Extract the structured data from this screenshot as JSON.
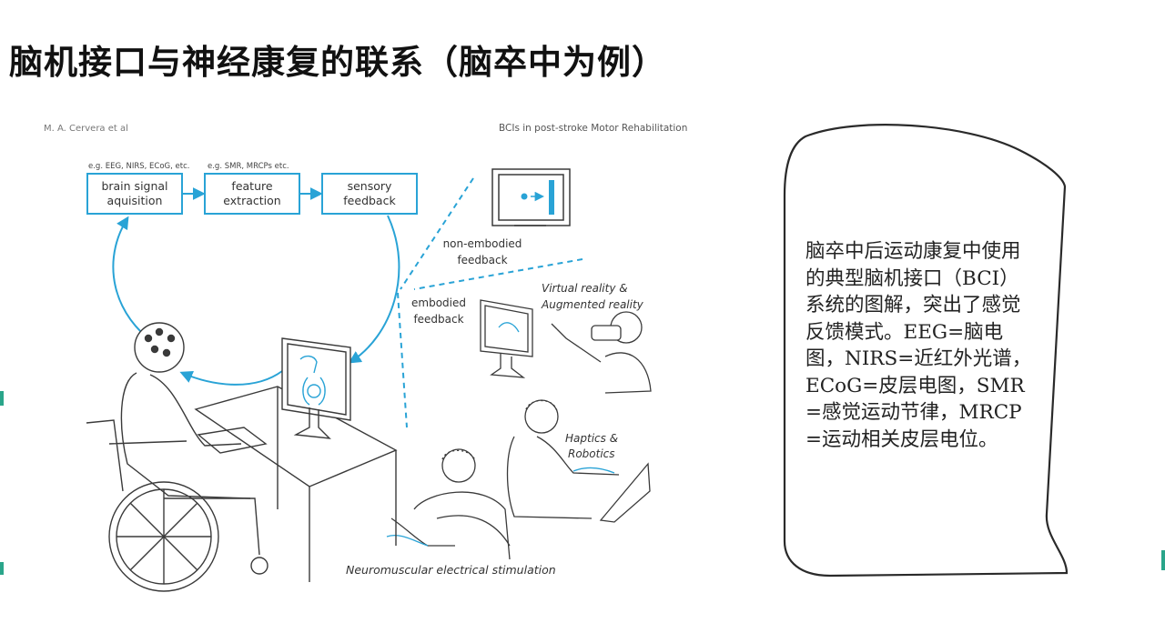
{
  "slide": {
    "title": "脑机接口与神经康复的联系（脑卒中为例）"
  },
  "figure": {
    "author": "M. A. Cervera et al",
    "heading": "BCIs in post-stroke Motor Rehabilitation",
    "blocks": [
      {
        "note": "e.g. EEG, NIRS, ECoG, etc.",
        "line1": "brain signal",
        "line2": "aquisition"
      },
      {
        "note": "e.g. SMR, MRCPs etc.",
        "line1": "feature",
        "line2": "extraction"
      },
      {
        "note": "",
        "line1": "sensory",
        "line2": "feedback"
      }
    ],
    "labels": {
      "non_embodied_1": "non-embodied",
      "non_embodied_2": "feedback",
      "embodied_1": "embodied",
      "embodied_2": "feedback",
      "vr_1": "Virtual reality &",
      "vr_2": "Augmented reality",
      "haptics_1": "Haptics &",
      "haptics_2": "Robotics",
      "nmes": "Neuromuscular electrical stimulation"
    },
    "colors": {
      "accent": "#29a3d6",
      "line": "#3a3a3a"
    }
  },
  "caption": {
    "text": "脑卒中后运动康复中使用的典型脑机接口（BCI）系统的图解，突出了感觉反馈模式。EEG=脑电图，NIRS=近红外光谱，ECoG=皮层电图，SMR=感觉运动节律，MRCP=运动相关皮层电位。"
  }
}
